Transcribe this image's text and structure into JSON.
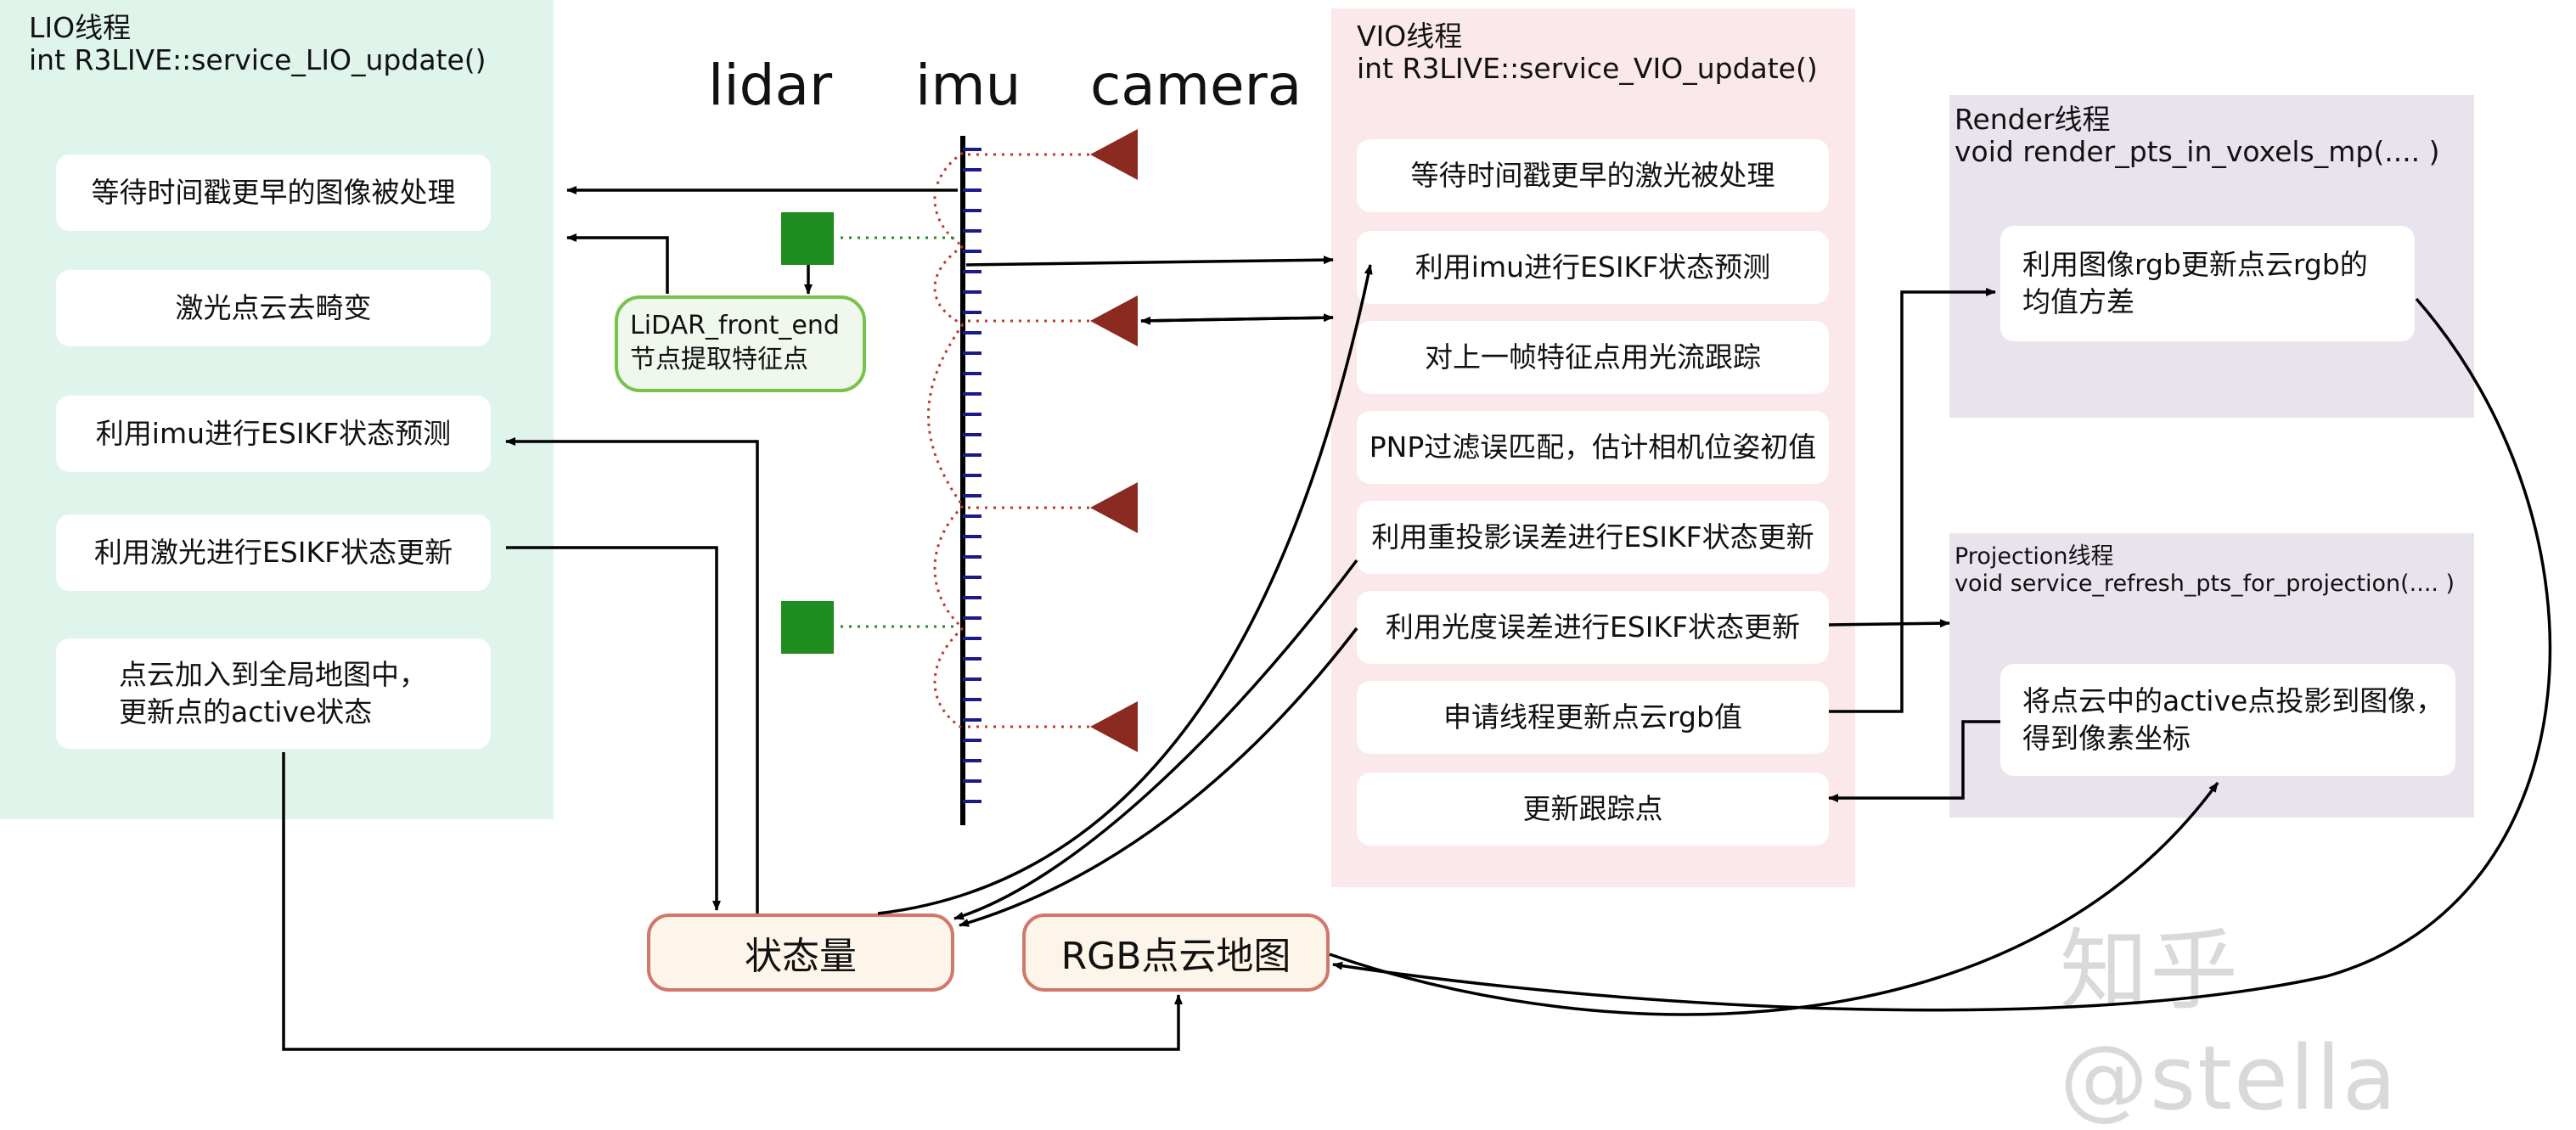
{
  "lio": {
    "title": "LIO线程\nint R3LIVE::service_LIO_update()",
    "steps": [
      "等待时间戳更早的图像被处理",
      "激光点云去畸变",
      "利用imu进行ESIKF状态预测",
      "利用激光进行ESIKF状态更新",
      "点云加入到全局地图中，\n更新点的active状态"
    ]
  },
  "sensors": {
    "lidar": "lidar",
    "imu": "imu",
    "camera": "camera"
  },
  "front_end": "LiDAR_front_end\n节点提取特征点",
  "vio": {
    "title": "VIO线程\nint R3LIVE::service_VIO_update()",
    "steps": [
      "等待时间戳更早的激光被处理",
      "利用imu进行ESIKF状态预测",
      "对上一帧特征点用光流跟踪",
      "PNP过滤误匹配，估计相机位姿初值",
      "利用重投影误差进行ESIKF状态更新",
      "利用光度误差进行ESIKF状态更新",
      "申请线程更新点云rgb值",
      "更新跟踪点"
    ]
  },
  "render": {
    "title": "Render线程\nvoid render_pts_in_voxels_mp(.... )",
    "step": "利用图像rgb更新点云rgb的\n均值方差"
  },
  "projection": {
    "title": "Projection线程\nvoid service_refresh_pts_for_projection(.... )",
    "step": "将点云中的active点投影到图像，\n得到像素坐标"
  },
  "state": "状态量",
  "rgb_map": "RGB点云地图",
  "watermark": "知乎 @stella",
  "colors": {
    "lio_bg": "#dff4ea",
    "vio_bg": "#fbe8ea",
    "thread_bg": "#e9e3ee",
    "camera_marker": "#8b2a20",
    "lidar_marker": "#1e8c1e",
    "imu_tick": "#1a1a8a",
    "frontend_border": "#78c24a",
    "pill_border": "#d2776b"
  }
}
